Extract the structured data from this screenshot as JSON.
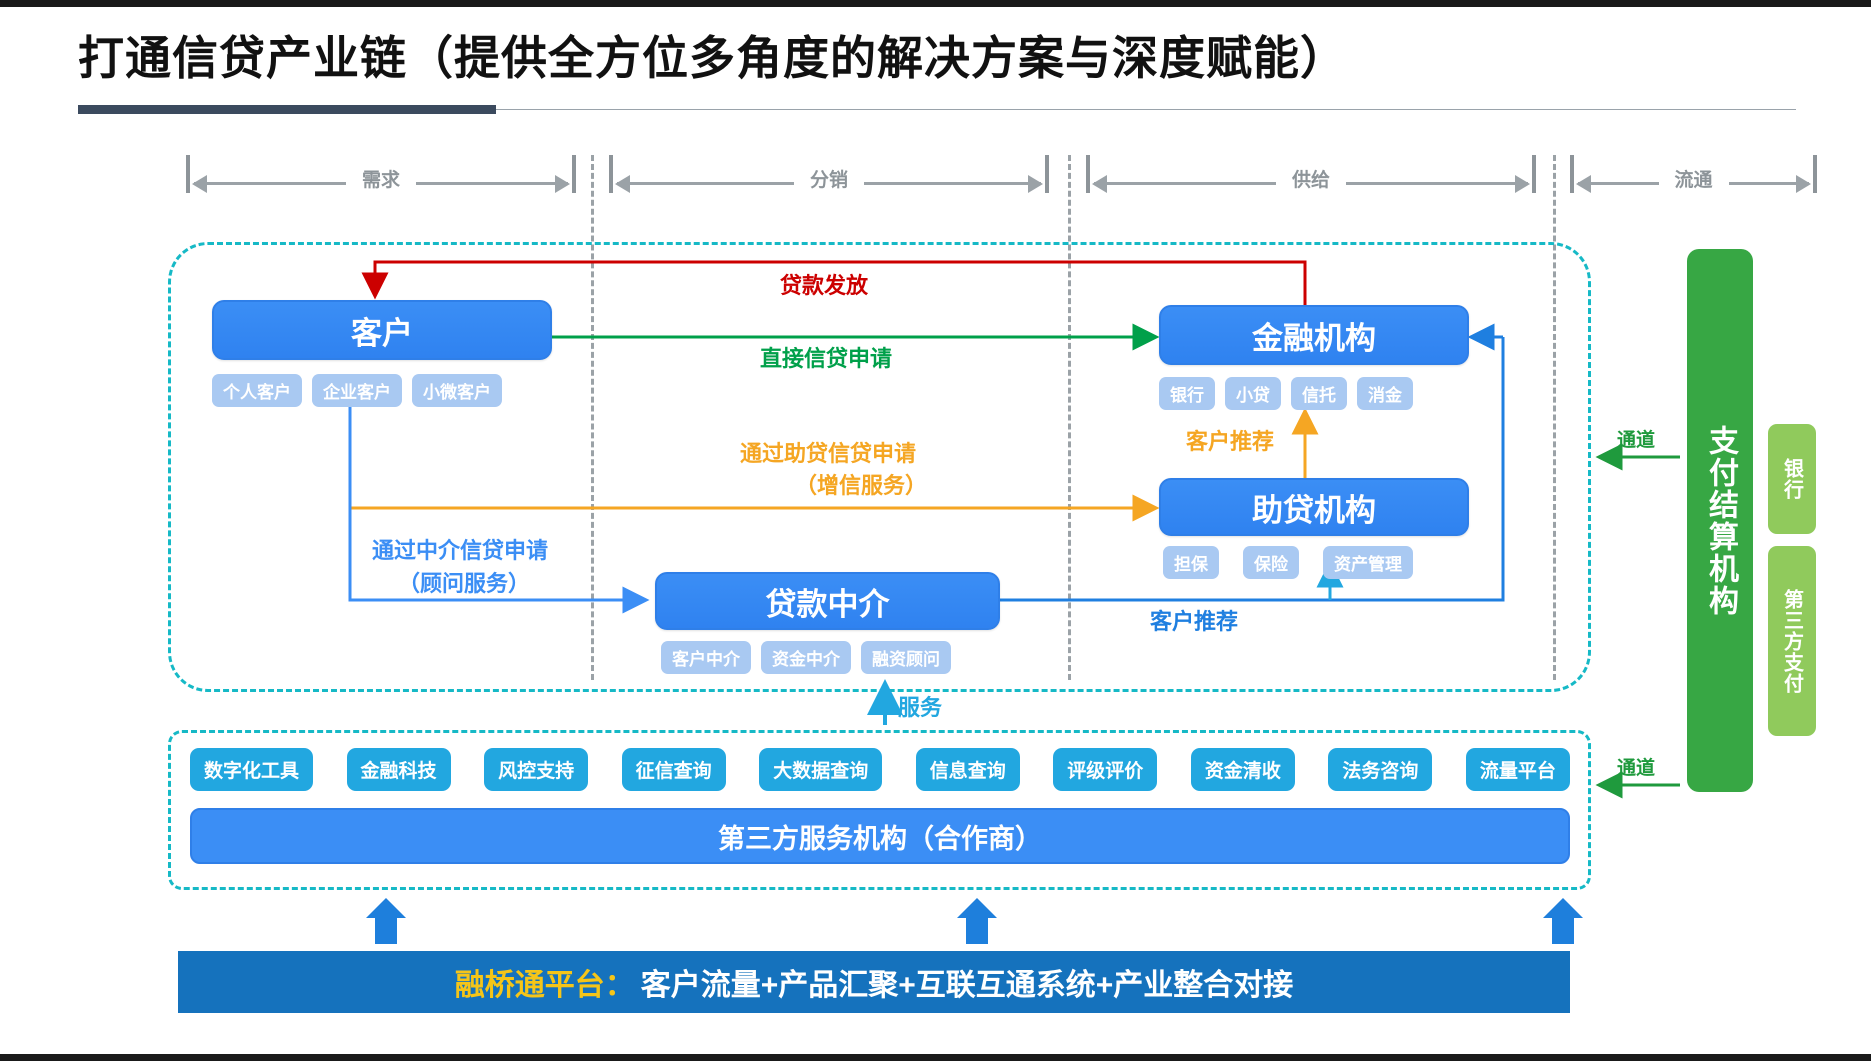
{
  "page": {
    "title": "打通信贷产业链（提供全方位多角度的解决方案与深度赋能）"
  },
  "phases": [
    {
      "label": "需求"
    },
    {
      "label": "分销"
    },
    {
      "label": "供给"
    },
    {
      "label": "流通"
    }
  ],
  "entities": {
    "customer": {
      "label": "客户",
      "tags": [
        "个人客户",
        "企业客户",
        "小微客户"
      ]
    },
    "financial": {
      "label": "金融机构",
      "tags": [
        "银行",
        "小贷",
        "信托",
        "消金"
      ]
    },
    "assist": {
      "label": "助贷机构",
      "tags": [
        "担保",
        "保险",
        "资产管理"
      ]
    },
    "broker": {
      "label": "贷款中介",
      "tags": [
        "客户中介",
        "资金中介",
        "融资顾问"
      ]
    }
  },
  "flows": {
    "loan_disbursement": {
      "label": "贷款发放",
      "color": "#cc0000"
    },
    "direct_credit": {
      "label": "直接信贷申请",
      "color": "#00a04a"
    },
    "via_assist_l1": {
      "label": "通过助贷信贷申请",
      "color": "#f5a623"
    },
    "via_assist_l2": {
      "label": "（增信服务）",
      "color": "#f5a623"
    },
    "via_broker_l1": {
      "label": "通过中介信贷申请",
      "color": "#3b8ef5"
    },
    "via_broker_l2": {
      "label": "（顾问服务）",
      "color": "#3b8ef5"
    },
    "referral_orange": {
      "label": "客户推荐",
      "color": "#f5a623"
    },
    "referral_blue": {
      "label": "客户推荐",
      "color": "#1f7fe0"
    },
    "service": {
      "label": "服务",
      "color": "#22a7e0"
    }
  },
  "services": {
    "chips": [
      "数字化工具",
      "金融科技",
      "风控支持",
      "征信查询",
      "大数据查询",
      "信息查询",
      "评级评价",
      "资金清收",
      "法务咨询",
      "流量平台"
    ],
    "bar_label": "第三方服务机构（合作商）"
  },
  "payment": {
    "label": "支付结算机构",
    "tags": [
      "银行",
      "第三方支付"
    ],
    "channel_top": "通道",
    "channel_bottom": "通道"
  },
  "platform": {
    "name": "融桥通平台：",
    "desc": "客户流量+产品汇聚+互联互通系统+产业整合对接"
  },
  "colors": {
    "accent_blue": "#3b8ef5",
    "cyan_dashed": "#16b9c6",
    "green": "#37a744",
    "platform_bg": "#1572bd",
    "platform_name": "#f5c518"
  }
}
